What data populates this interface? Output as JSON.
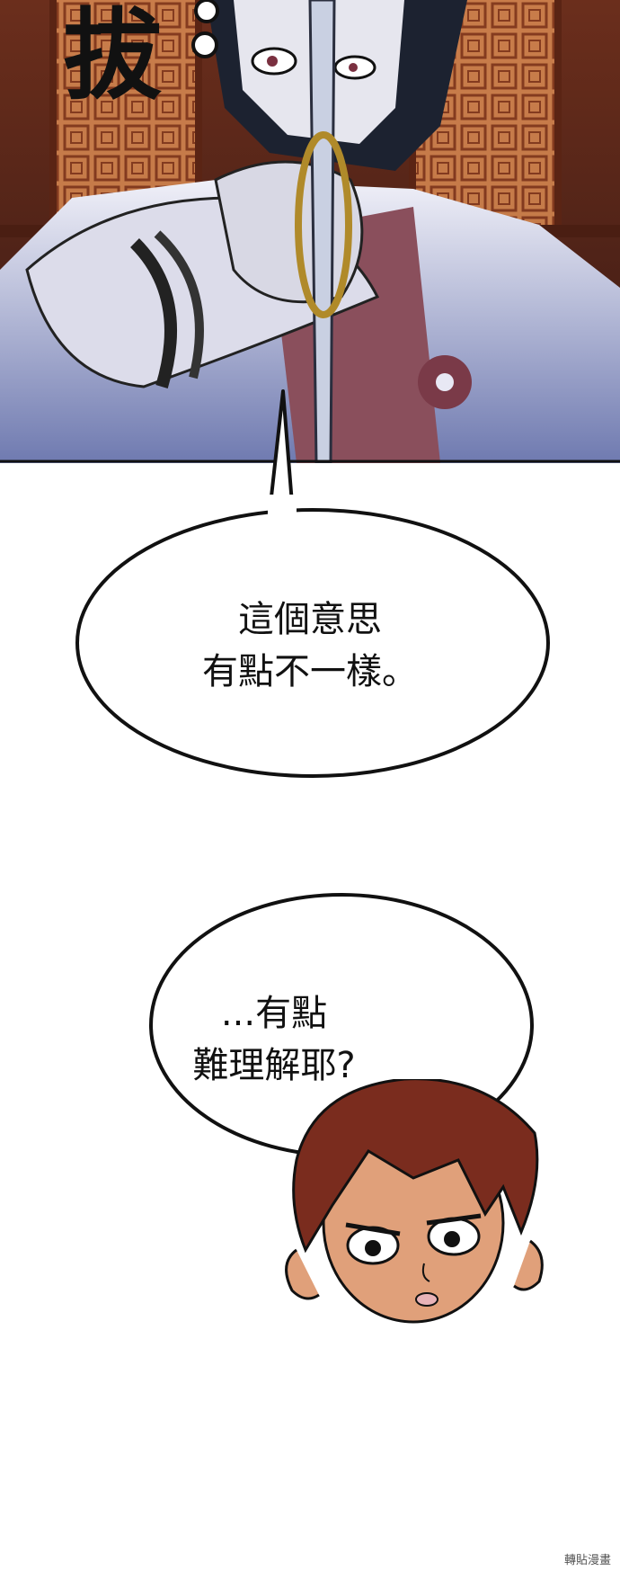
{
  "panel_top": {
    "sfx_text": "拔"
  },
  "bubble_1": {
    "line_1": "這個意思",
    "line_2": "有點不一樣。"
  },
  "bubble_2": {
    "line_1": "...有點",
    "line_2": "難理解耶?"
  },
  "watermark": "轉貼漫畫",
  "colors": {
    "background": "#ffffff",
    "window_frame": "#b8673a",
    "robe": "#e8e8f4",
    "robe_sash": "#8a4f5c",
    "hair_dark": "#1c2230",
    "hair_brown": "#7a2c1e",
    "skin": "#e0a07a"
  }
}
